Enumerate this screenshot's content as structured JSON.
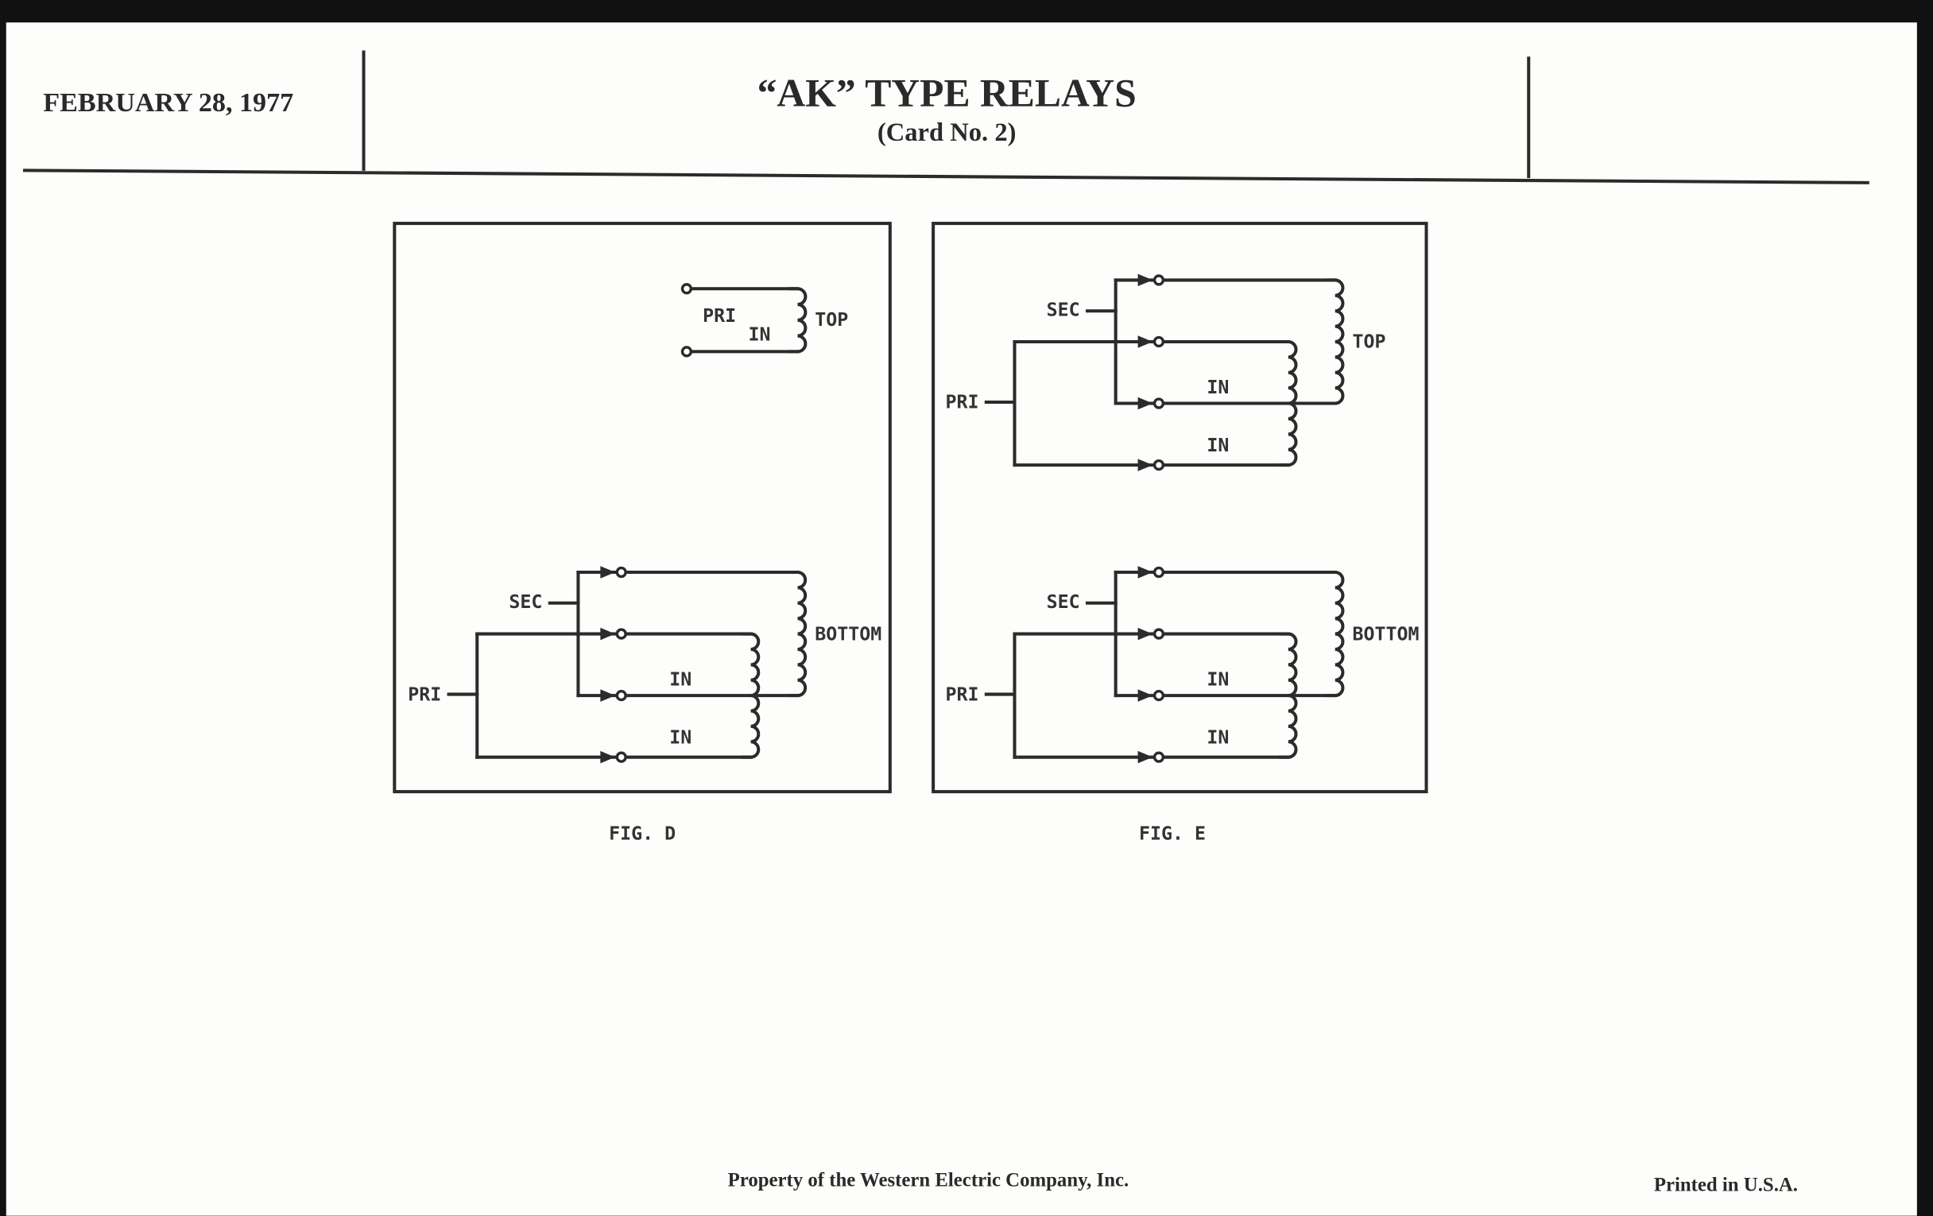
{
  "header": {
    "date": "FEBRUARY 28, 1977",
    "title": "“AK” TYPE RELAYS",
    "subtitle": "(Card No. 2)"
  },
  "figures": [
    {
      "caption": "FIG. D",
      "top_simple": {
        "pri": "PRI",
        "in": "IN",
        "position": "TOP"
      },
      "groups": [
        {
          "position": "BOTTOM",
          "sec": "SEC",
          "pri": "PRI",
          "in1": "IN",
          "in2": "IN"
        }
      ]
    },
    {
      "caption": "FIG. E",
      "groups": [
        {
          "position": "TOP",
          "sec": "SEC",
          "pri": "PRI",
          "in1": "IN",
          "in2": "IN"
        },
        {
          "position": "BOTTOM",
          "sec": "SEC",
          "pri": "PRI",
          "in1": "IN",
          "in2": "IN"
        }
      ]
    }
  ],
  "footer": {
    "property": "Property of the Western Electric Company, Inc.",
    "printed": "Printed in U.S.A."
  }
}
